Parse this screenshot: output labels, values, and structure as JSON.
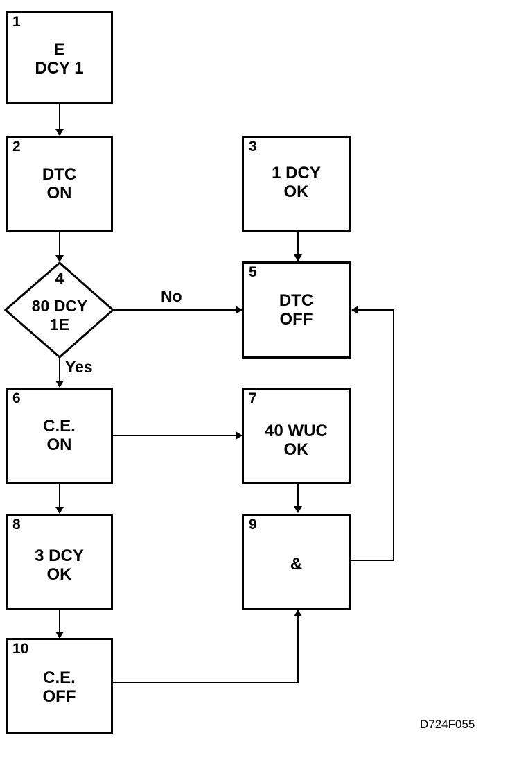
{
  "diagram": {
    "nodes": [
      {
        "number": "1",
        "line1": "E",
        "line2": "DCY 1"
      },
      {
        "number": "2",
        "line1": "DTC",
        "line2": "ON"
      },
      {
        "number": "3",
        "line1": "1 DCY",
        "line2": "OK"
      },
      {
        "number": "4",
        "line1": "80 DCY",
        "line2": "1E"
      },
      {
        "number": "5",
        "line1": "DTC",
        "line2": "OFF"
      },
      {
        "number": "6",
        "line1": "C.E.",
        "line2": "ON"
      },
      {
        "number": "7",
        "line1": "40 WUC",
        "line2": "OK"
      },
      {
        "number": "8",
        "line1": "3 DCY",
        "line2": "OK"
      },
      {
        "number": "9",
        "line1": "&"
      },
      {
        "number": "10",
        "line1": "C.E.",
        "line2": "OFF"
      }
    ],
    "edge_labels": {
      "no": "No",
      "yes": "Yes"
    },
    "figure_code": "D724F055"
  }
}
